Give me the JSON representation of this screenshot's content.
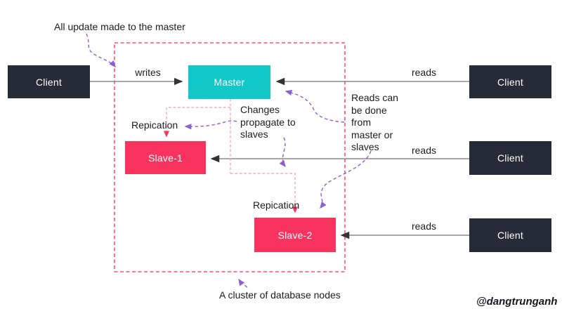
{
  "diagram": {
    "title_annotation": "All update made to the master",
    "cluster_caption": "A cluster of database nodes",
    "watermark": "@dangtrunganh",
    "nodes": {
      "master": {
        "label": "Master",
        "color": "#12c7c7"
      },
      "slave1": {
        "label": "Slave-1",
        "color": "#f8335f"
      },
      "slave2": {
        "label": "Slave-2",
        "color": "#f8335f"
      },
      "clients": [
        {
          "label": "Client"
        },
        {
          "label": "Client"
        },
        {
          "label": "Client"
        },
        {
          "label": "Client"
        }
      ],
      "client_color": "#272b37"
    },
    "edges": {
      "writes_label": "writes",
      "reads_labels": [
        "reads",
        "reads",
        "reads"
      ],
      "replication_labels": [
        "Repication",
        "Repication"
      ]
    },
    "notes": {
      "changes_note": [
        "Changes",
        "propagate to",
        "slaves"
      ],
      "reads_note": [
        "Reads can",
        "be done",
        "from",
        "master or",
        "slaves"
      ]
    },
    "colors": {
      "cluster_border": "#fb4d78",
      "replication_line": "#ffa3ba",
      "replication_arrowhead": "#f8335f",
      "annotation_arrow": "#8f5fd0",
      "edge_line": "#8a8a8a",
      "edge_arrowhead": "#333333",
      "text": "#1d1d1f"
    }
  }
}
